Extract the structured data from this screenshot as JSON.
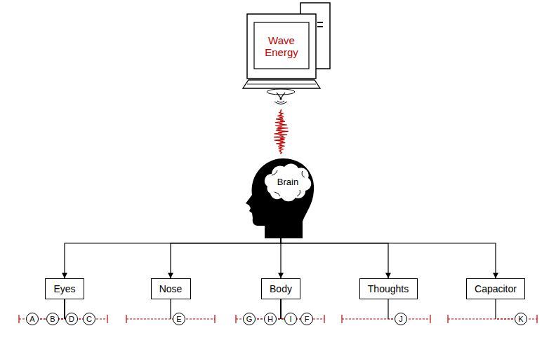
{
  "diagram": {
    "nodes": [
      {
        "text": [
          "Wave Energy"
        ]
      },
      {
        "text": [
          "Brain"
        ]
      },
      {
        "text": [
          "Eyes"
        ]
      },
      {
        "text": [
          "Nose"
        ]
      },
      {
        "text": [
          "Body"
        ]
      },
      {
        "text": [
          "Thoughts"
        ]
      },
      {
        "text": [
          "Capacitor"
        ]
      },
      {
        "text": [
          "A"
        ]
      },
      {
        "text": [
          "B"
        ]
      },
      {
        "text": [
          "D"
        ]
      },
      {
        "text": [
          "C"
        ]
      },
      {
        "text": [
          "E"
        ]
      },
      {
        "text": [
          "G"
        ]
      },
      {
        "text": [
          "H"
        ]
      },
      {
        "text": [
          "I"
        ]
      },
      {
        "text": [
          "F"
        ]
      },
      {
        "text": [
          "J"
        ]
      },
      {
        "text": [
          "K"
        ]
      }
    ],
    "edges": [
      {
        "from": 0,
        "to": 1,
        "arrow": "none"
      },
      {
        "from": 1,
        "to": 2,
        "arrow": "to"
      },
      {
        "from": 1,
        "to": 3,
        "arrow": "to"
      },
      {
        "from": 1,
        "to": 4,
        "arrow": "to"
      },
      {
        "from": 1,
        "to": 5,
        "arrow": "to"
      },
      {
        "from": 1,
        "to": 6,
        "arrow": "to"
      },
      {
        "from": 2,
        "to": 7,
        "arrow": "none"
      },
      {
        "from": 2,
        "to": 8,
        "arrow": "none"
      },
      {
        "from": 2,
        "to": 9,
        "arrow": "none"
      },
      {
        "from": 2,
        "to": 10,
        "arrow": "none"
      },
      {
        "from": 3,
        "to": 11,
        "arrow": "none"
      },
      {
        "from": 4,
        "to": 12,
        "arrow": "none"
      },
      {
        "from": 4,
        "to": 13,
        "arrow": "none"
      },
      {
        "from": 4,
        "to": 14,
        "arrow": "none"
      },
      {
        "from": 4,
        "to": 15,
        "arrow": "none"
      },
      {
        "from": 5,
        "to": 16,
        "arrow": "none"
      },
      {
        "from": 6,
        "to": 17,
        "arrow": "none"
      }
    ]
  }
}
